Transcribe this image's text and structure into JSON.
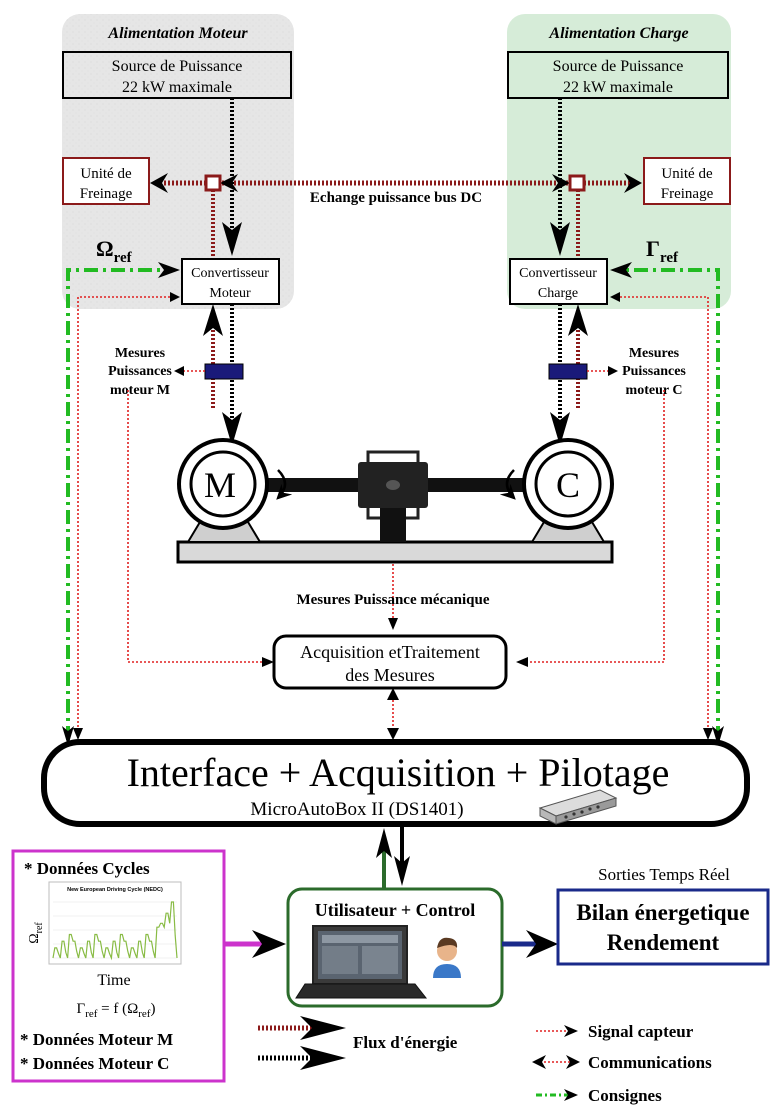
{
  "panels": {
    "motor_supply_title": "Alimentation Moteur",
    "load_supply_title": "Alimentation Charge"
  },
  "power_source": {
    "line1": "Source de Puissance",
    "line2": "22 kW maximale"
  },
  "braking_unit": {
    "line1": "Unité de",
    "line2": "Freinage"
  },
  "dc_bus_label": "Echange puissance bus DC",
  "converter_motor": {
    "line1": "Convertisseur",
    "line2": "Moteur"
  },
  "converter_load": {
    "line1": "Convertisseur",
    "line2": "Charge"
  },
  "omega_ref": {
    "symbol": "Ω",
    "sub": "ref"
  },
  "gamma_ref": {
    "symbol": "Γ",
    "sub": "ref"
  },
  "measure_motor": {
    "line1": "Mesures",
    "line2": "Puissances",
    "line3": "moteur M"
  },
  "measure_load": {
    "line1": "Mesures",
    "line2": "Puissances",
    "line3": "moteur C"
  },
  "machine_motor_letter": "M",
  "machine_load_letter": "C",
  "mech_measure_label": "Mesures Puissance mécanique",
  "acquisition": {
    "line1": "Acquisition etTraitement",
    "line2": "des Mesures"
  },
  "interface": {
    "title": "Interface + Acquisition + Pilotage",
    "subtitle": "MicroAutoBox II (DS1401)"
  },
  "cycles_panel": {
    "heading": "* Données Cycles",
    "chart_title": "New European Driving Cycle (NEDC)",
    "y_symbol": "Ω",
    "y_sub": "ref",
    "x_label": "Time",
    "formula_lhs_symbol": "Γ",
    "formula_lhs_sub": "ref",
    "formula_mid": " = f (",
    "formula_arg_symbol": "Ω",
    "formula_arg_sub": "ref",
    "formula_end": ")",
    "motor_data": "* Données Moteur M",
    "load_data": "* Données Moteur C"
  },
  "user_control": {
    "title": "Utilisateur + Control"
  },
  "realtime": {
    "label": "Sorties Temps Réel",
    "line1": "Bilan énergetique",
    "line2": "Rendement"
  },
  "legend": {
    "energy_flow": "Flux d'énergie",
    "sensor_signal": "Signal capteur",
    "communications": "Communications",
    "setpoints": "Consignes"
  },
  "colors": {
    "motor_panel": "#e6e6e6",
    "load_panel": "#d6ecd8",
    "energy_dark_red": "#8b1a1a",
    "sensor_red": "#e02020",
    "setpoint_green": "#22bb22",
    "cycles_border": "#cc33cc",
    "user_border": "#2b6b2b",
    "realtime_border": "#1a2a8a",
    "sensor_block": "#1a1a7a"
  },
  "mini_chart": {
    "type": "line",
    "values": [
      0,
      0.18,
      0.18,
      0.08,
      0,
      0.3,
      0.3,
      0.1,
      0,
      0.42,
      0.42,
      0.3,
      0.3,
      0.12,
      0,
      0.18,
      0.18,
      0.08,
      0,
      0.3,
      0.3,
      0.1,
      0,
      0.42,
      0.42,
      0.3,
      0.3,
      0.12,
      0,
      0.18,
      0.18,
      0.08,
      0,
      0.3,
      0.3,
      0.1,
      0,
      0.42,
      0.42,
      0.3,
      0.3,
      0.12,
      0,
      0.18,
      0.18,
      0.08,
      0,
      0.3,
      0.3,
      0.1,
      0,
      0.42,
      0.42,
      0.3,
      0.3,
      0.12,
      0,
      0.55,
      0.55,
      0.62,
      0.62,
      0.55,
      0.8,
      0.8,
      0.62,
      1.0,
      1.0,
      0.4,
      0
    ]
  }
}
